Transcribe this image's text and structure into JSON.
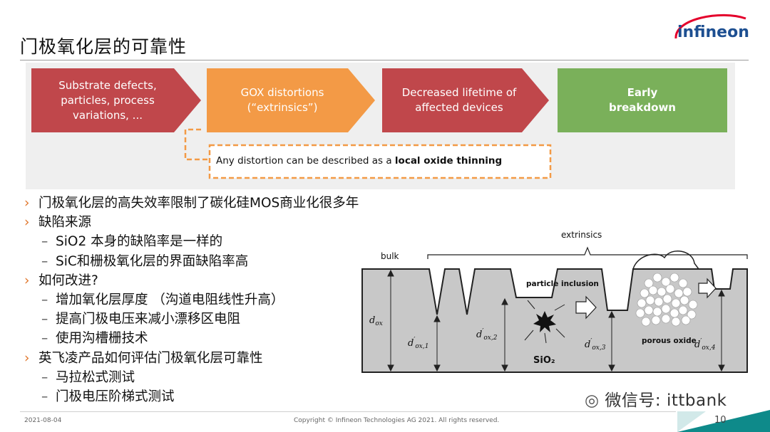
{
  "slide": {
    "title": "门极氧化层的可靠性",
    "logo_text": "infineon"
  },
  "flow": {
    "steps": [
      {
        "lines": [
          "Substrate defects,",
          "particles, process",
          "variations, ..."
        ],
        "color": "#c0474b"
      },
      {
        "lines": [
          "GOX distortions",
          "(“extrinsics”)"
        ],
        "color": "#f39a46"
      },
      {
        "lines": [
          "Decreased lifetime of",
          "affected devices"
        ],
        "color": "#c0474b"
      },
      {
        "lines": [
          "Early",
          "breakdown"
        ],
        "color": "#7ab05a"
      }
    ],
    "note_prefix": "Any distortion can be described as a ",
    "note_bold": "local oxide thinning",
    "note_border_color": "#f39a46"
  },
  "bullets": [
    {
      "level": 1,
      "text": "门极氧化层的高失效率限制了碳化硅MOS商业化很多年"
    },
    {
      "level": 1,
      "text": "缺陷来源"
    },
    {
      "level": 2,
      "text": "SiO2 本身的缺陷率是一样的"
    },
    {
      "level": 2,
      "text": "SiC和栅极氧化层的界面缺陷率高"
    },
    {
      "level": 1,
      "text": "如何改进?"
    },
    {
      "level": 2,
      "text": "增加氧化层厚度 （沟道电阻线性升高）"
    },
    {
      "level": 2,
      "text": "提高门极电压来减小漂移区电阻"
    },
    {
      "level": 2,
      "text": "使用沟槽栅技术"
    },
    {
      "level": 1,
      "text": "英飞凌产品如何评估门极氧化层可靠性"
    },
    {
      "level": 2,
      "text": "马拉松式测试"
    },
    {
      "level": 2,
      "text": "门极电压阶梯式测试"
    }
  ],
  "markers": {
    "level1": "›",
    "level2": "–"
  },
  "diagram": {
    "bulk": "bulk",
    "extrinsics": "extrinsics",
    "particle_inclusion": "particle inclusion",
    "porous_oxide": "porous oxide",
    "sio2": "SiO₂",
    "d_ox": "d",
    "d_ox_sub": "ox",
    "d1_sub": "ox,1",
    "d2_sub": "ox,2",
    "d3_sub": "ox,3",
    "d4_sub": "ox,4",
    "prime": "′",
    "oxide_color": "#c8c8c8"
  },
  "footer": {
    "date": "2021-08-04",
    "copyright": "Copyright © Infineon Technologies AG 2021. All rights reserved.",
    "page": "10",
    "watermark": "微信号: ittbank",
    "accent_color": "#0e8a8a"
  }
}
